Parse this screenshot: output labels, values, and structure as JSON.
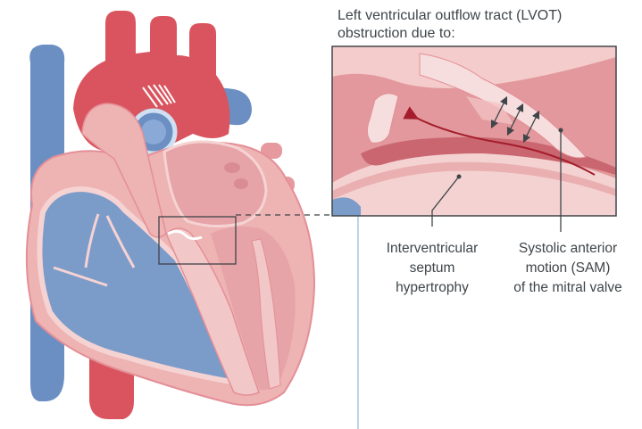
{
  "title": {
    "line1": "Left ventricular outflow tract (LVOT)",
    "line2": "obstruction due to:"
  },
  "labels": {
    "septum": [
      "Interventricular",
      "septum",
      "hypertrophy"
    ],
    "sam": [
      "Systolic anterior",
      "motion (SAM)",
      "of the mitral valve"
    ]
  },
  "colors": {
    "vein_blue": "#6b8fc2",
    "artery_red": "#d9545e",
    "heart_pink": "#eeb3b3",
    "chamber_blue": "#7b9bc9",
    "flow_line": "#a51c2c",
    "divider": "#a9c9de"
  }
}
